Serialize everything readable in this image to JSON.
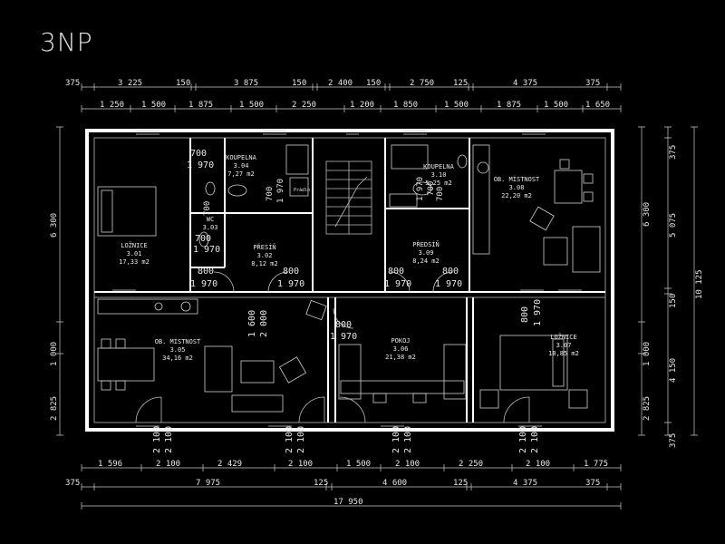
{
  "floor_label": "3NP",
  "rooms": [
    {
      "name": "LOŽNICE",
      "number": "3.01",
      "area": "17,33 m2"
    },
    {
      "name": "PŘESÍŇ",
      "number": "3.02",
      "area": "8,12 m2"
    },
    {
      "name": "WC",
      "number": "3.03",
      "area": ""
    },
    {
      "name": "KOUPELNA",
      "number": "3.04",
      "area": "7,27 m2"
    },
    {
      "name": "OB. MÍSTNOST",
      "number": "3.05",
      "area": "34,16 m2"
    },
    {
      "name": "POKOJ",
      "number": "3.06",
      "area": "21,38 m2"
    },
    {
      "name": "LOŽNICE",
      "number": "3.07",
      "area": "18,85 m2"
    },
    {
      "name": "OB. MÍSTNOST",
      "number": "3.08",
      "area": "22,20 m2"
    },
    {
      "name": "PŘEDSÍŇ",
      "number": "3.09",
      "area": "8,24 m2"
    },
    {
      "name": "KOUPELNA",
      "number": "3.10",
      "area": "5,25 m2"
    }
  ],
  "dims_top1": [
    "375",
    "3 225",
    "150",
    "3 875",
    "150",
    "2 400",
    "150",
    "2 750",
    "125",
    "4 375",
    "375"
  ],
  "dims_top2": [
    "1 250",
    "1 500",
    "1 875",
    "1 500",
    "2 250",
    "1 200",
    "1 850",
    "1 500",
    "1 875",
    "1 500",
    "1 650"
  ],
  "dims_bottom1": [
    "1 596",
    "2 100",
    "2 429",
    "2 100",
    "1 500",
    "2 100",
    "2 250",
    "2 100",
    "1 775"
  ],
  "dims_bottom2": [
    "375",
    "7 975",
    "125",
    "4 600",
    "125",
    "4 375",
    "375"
  ],
  "dims_total": "17 950",
  "dims_left": [
    "6 300",
    "1 000",
    "2 825"
  ],
  "dims_right1": [
    "6 300",
    "1 000",
    "2 825"
  ],
  "dims_right2": [
    "375",
    "5 075",
    "150",
    "4 150",
    "375"
  ],
  "dims_right3": "10 125",
  "door_labels": [
    {
      "w": "700",
      "h": "1 970"
    },
    {
      "w": "700",
      "h": "1 970"
    },
    {
      "w": "700",
      "h": "1 970"
    },
    {
      "w": "700",
      "h": "1 970"
    },
    {
      "w": "800",
      "h": "1 970"
    },
    {
      "w": "800",
      "h": "1 970"
    },
    {
      "w": "800",
      "h": "1 970"
    },
    {
      "w": "800",
      "h": "1 970"
    },
    {
      "w": "1 600",
      "h": "2 000"
    },
    {
      "w": "800",
      "h": "1 970"
    },
    {
      "w": "800",
      "h": "1 970"
    },
    {
      "w": "700",
      "h": "1 970"
    },
    {
      "w": "700",
      "h": "1 970"
    }
  ],
  "window_labels": [
    {
      "w": "2 100",
      "h": "2 100"
    },
    {
      "w": "2 100",
      "h": "2 100"
    },
    {
      "w": "2 100",
      "h": "2 100"
    },
    {
      "w": "2 100",
      "h": "2 100"
    }
  ],
  "pradlo_label": "Prádlo"
}
